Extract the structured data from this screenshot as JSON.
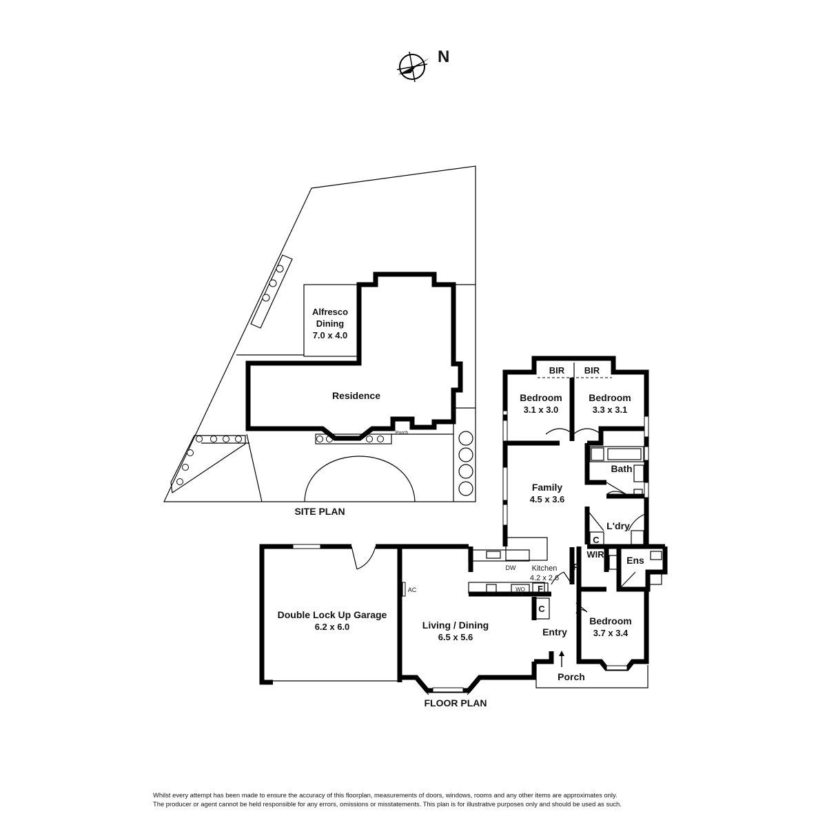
{
  "compass": {
    "label": "N"
  },
  "site_plan": {
    "title": "SITE PLAN",
    "alfresco": {
      "line1": "Alfresco",
      "line2": "Dining",
      "dims": "7.0 x 4.0"
    },
    "residence": "Residence",
    "porch": "Porch"
  },
  "floor_plan": {
    "title": "FLOOR PLAN",
    "rooms": {
      "bir_left": "BIR",
      "bir_right": "BIR",
      "bedroom1": {
        "name": "Bedroom",
        "dims": "3.1 x 3.0"
      },
      "bedroom2": {
        "name": "Bedroom",
        "dims": "3.3 x 3.1"
      },
      "bath": "Bath",
      "family": {
        "name": "Family",
        "dims": "4.5 x 3.6"
      },
      "ldry": "L'dry",
      "c_ldry": "C",
      "wir": "WIR",
      "ens": "Ens",
      "p": "P",
      "kitchen": {
        "name": "Kitchen",
        "dims": "4.2 x 2.6"
      },
      "dw": "DW",
      "wo": "WO",
      "f": "F",
      "c_entry": "C",
      "ac": "AC",
      "garage": {
        "name": "Double Lock Up Garage",
        "dims": "6.2 x 6.0"
      },
      "living": {
        "name": "Living / Dining",
        "dims": "6.5 x 5.6"
      },
      "entry": "Entry",
      "bedroom3": {
        "name": "Bedroom",
        "dims": "3.7 x 3.4"
      },
      "porch": "Porch"
    }
  },
  "disclaimer": {
    "line1": "Whilst every attempt has been made to ensure the accuracy of this floorplan, measurements of doors, windows, rooms and any other items are approximates only.",
    "line2": "The producer or agent cannot be held responsible for any errors, omissions or misstatements. This plan is for illustrative purposes only and should be used as such."
  }
}
